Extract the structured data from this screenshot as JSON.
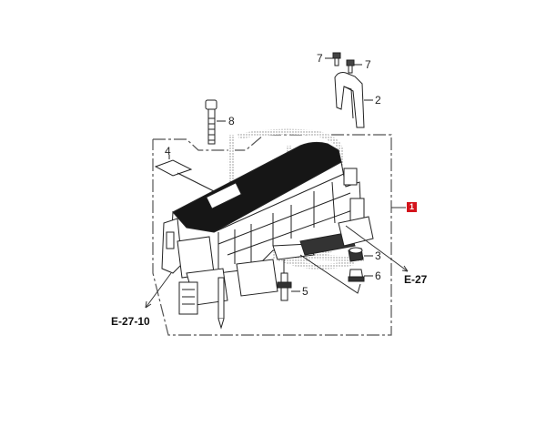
{
  "diagram": {
    "type": "exploded-parts-diagram",
    "colors": {
      "line": "#333333",
      "dark_fill": "#1a1a1a",
      "stipple": "#9a9a9a",
      "highlight_badge": "#d4141c"
    },
    "callouts": [
      {
        "id": "1",
        "label": "1",
        "highlighted": true
      },
      {
        "id": "2",
        "label": "2"
      },
      {
        "id": "3",
        "label": "3"
      },
      {
        "id": "4",
        "label": "4"
      },
      {
        "id": "5",
        "label": "5"
      },
      {
        "id": "6",
        "label": "6"
      },
      {
        "id": "7a",
        "label": "7"
      },
      {
        "id": "7b",
        "label": "7"
      },
      {
        "id": "8",
        "label": "8"
      }
    ],
    "references": [
      {
        "id": "e27",
        "label": "E-27"
      },
      {
        "id": "e2710",
        "label": "E-27-10"
      }
    ]
  }
}
